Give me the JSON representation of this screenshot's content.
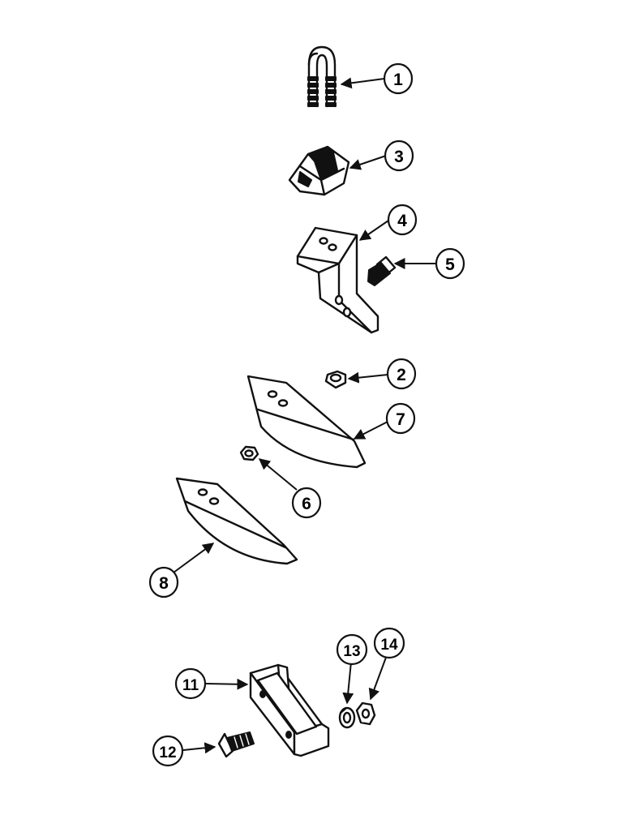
{
  "diagram": {
    "callouts": [
      {
        "id": "1",
        "label": "1"
      },
      {
        "id": "3",
        "label": "3"
      },
      {
        "id": "4",
        "label": "4"
      },
      {
        "id": "5",
        "label": "5"
      },
      {
        "id": "2",
        "label": "2"
      },
      {
        "id": "7",
        "label": "7"
      },
      {
        "id": "6",
        "label": "6"
      },
      {
        "id": "8",
        "label": "8"
      },
      {
        "id": "11",
        "label": "11"
      },
      {
        "id": "13",
        "label": "13"
      },
      {
        "id": "14",
        "label": "14"
      },
      {
        "id": "12",
        "label": "12"
      }
    ]
  }
}
